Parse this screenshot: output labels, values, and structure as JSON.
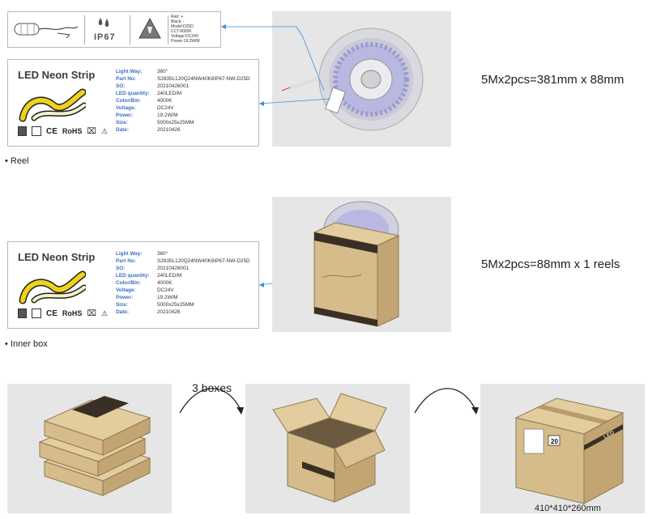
{
  "top_tag": {
    "ip_rating": "IP67",
    "label_lines": [
      "Red: +",
      "Black: -",
      "Model:D25D",
      "CCT:4000K",
      "Voltage:DC24V",
      "Power:19.2W/M"
    ]
  },
  "reel_label": {
    "title": "LED Neon Strip",
    "specs": [
      {
        "key": "Light Way:",
        "value": "360°"
      },
      {
        "key": "Part No:",
        "value": "S2835L120Q24NW40K8IP67-NW-D25D"
      },
      {
        "key": "SO:",
        "value": "20210426001"
      },
      {
        "key": "LED quantity:",
        "value": "240LED/M"
      },
      {
        "key": "Color/Bin:",
        "value": "4000K"
      },
      {
        "key": "Voltage:",
        "value": "DC24V"
      },
      {
        "key": "Power:",
        "value": "19.2W/M"
      },
      {
        "key": "Size:",
        "value": "5000x25x25MM"
      },
      {
        "key": "Date:",
        "value": "20210426"
      }
    ],
    "cert_marks": [
      "CE",
      "RoHS"
    ]
  },
  "reel_section": {
    "bullet": "Reel",
    "dimension_text": "5Mx2pcs=381mm x 88mm"
  },
  "inner_label": {
    "title": "LED Neon Strip",
    "specs": [
      {
        "key": "Light Way:",
        "value": "360°"
      },
      {
        "key": "Part No:",
        "value": "S2835L120Q24NW40K8IP67-NW-D25D"
      },
      {
        "key": "SO:",
        "value": "20210426001"
      },
      {
        "key": "LED quantity:",
        "value": "240LED/M"
      },
      {
        "key": "Color/Bin:",
        "value": "4000K"
      },
      {
        "key": "Voltage:",
        "value": "DC24V"
      },
      {
        "key": "Power:",
        "value": "19.2W/M"
      },
      {
        "key": "Size:",
        "value": "5000x25x25MM"
      },
      {
        "key": "Date:",
        "value": "20210426"
      }
    ],
    "cert_marks": [
      "CE",
      "RoHS"
    ]
  },
  "inner_section": {
    "bullet": "Inner box",
    "dimension_text": "5Mx2pcs=88mm x 1 reels"
  },
  "carton_section": {
    "arrow_label": "3 boxes",
    "carton_size": "410*410*260mm",
    "carton_count": "20",
    "carton_brand": "LED"
  },
  "colors": {
    "panel_bg": "#e6e6e6",
    "arrow_blue": "#3d8fd6",
    "spec_key_blue": "#3a6fc8",
    "cardboard": "#d6bc8a",
    "strip_yellow": "#f0d21a"
  }
}
